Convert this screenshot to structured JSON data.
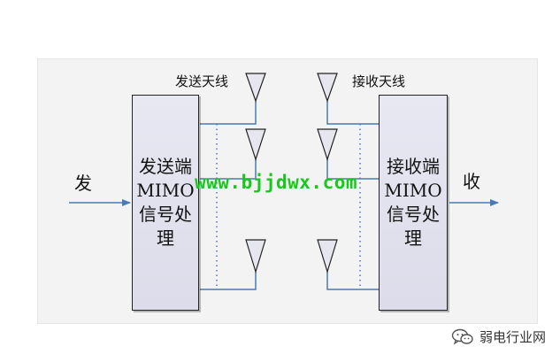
{
  "labels": {
    "tx_antenna": "发送天线",
    "rx_antenna": "接收天线",
    "input": "发",
    "output": "收"
  },
  "transmitter": {
    "lines": [
      "发送端",
      "MIMO",
      "信号处",
      "理"
    ]
  },
  "receiver": {
    "lines": [
      "接收端",
      "MIMO",
      "信号处",
      "理"
    ]
  },
  "watermark": "www.bjjdwx.com",
  "brand": {
    "name": "弱电行业网",
    "icon": "wechat-icon"
  },
  "colors": {
    "line": "#4a7ab5",
    "dots": "#5a78c8",
    "watermark": "#19c81f"
  }
}
